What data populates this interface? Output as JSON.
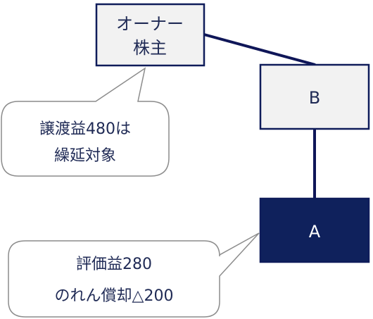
{
  "nodes": {
    "owner": {
      "line1": "オーナー",
      "line2": "株主"
    },
    "b": {
      "label": "B"
    },
    "a": {
      "label": "A"
    }
  },
  "callouts": {
    "owner_note": {
      "line1": "譲渡益480は",
      "line2": "繰延対象"
    },
    "a_note": {
      "line1": "評価益280",
      "line2": "のれん償却△200"
    }
  },
  "colors": {
    "box_fill": "#f2f2f2",
    "box_border": "#0f1c5a",
    "dark_fill": "#0f215c",
    "text_dark": "#1f2a55",
    "connector": "#0f1658",
    "callout_border": "#8c8c8c"
  }
}
